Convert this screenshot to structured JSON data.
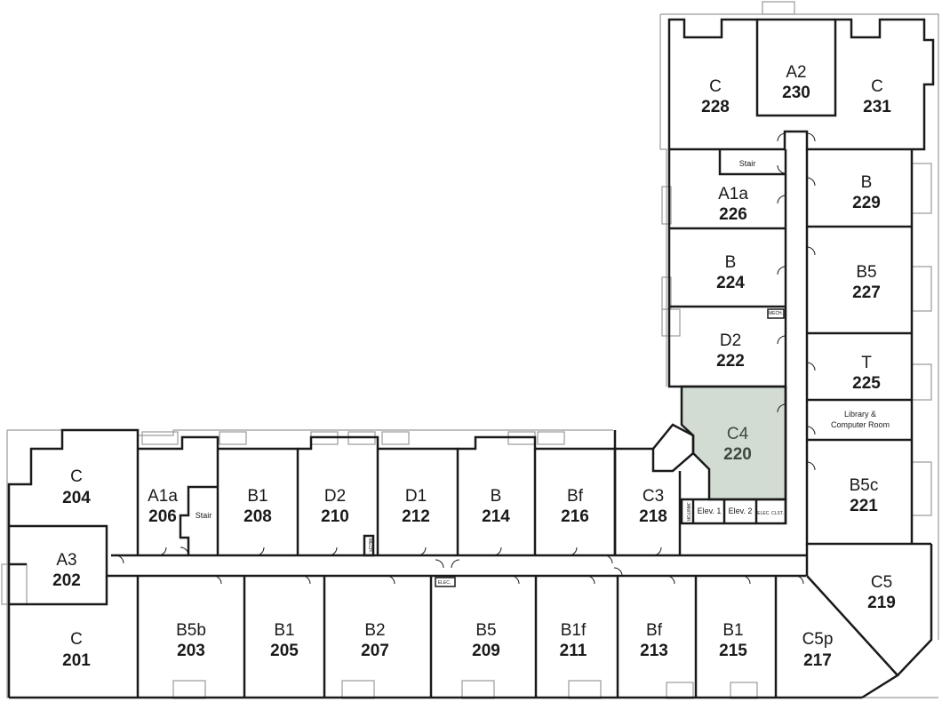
{
  "colors": {
    "wall": "#1a1a1a",
    "outline": "#9a9a9a",
    "selected": "#d3dcd2",
    "text": "#1a1a1a"
  },
  "rooms": {
    "r228": {
      "type": "C",
      "num": "228"
    },
    "r230": {
      "type": "A2",
      "num": "230"
    },
    "r231": {
      "type": "C",
      "num": "231"
    },
    "r226": {
      "type": "A1a",
      "num": "226"
    },
    "r229": {
      "type": "B",
      "num": "229"
    },
    "r224": {
      "type": "B",
      "num": "224"
    },
    "r227": {
      "type": "B5",
      "num": "227"
    },
    "r222": {
      "type": "D2",
      "num": "222"
    },
    "r225": {
      "type": "T",
      "num": "225"
    },
    "r220": {
      "type": "C4",
      "num": "220"
    },
    "r221": {
      "type": "B5c",
      "num": "221"
    },
    "r204": {
      "type": "C",
      "num": "204"
    },
    "r206": {
      "type": "A1a",
      "num": "206"
    },
    "r208": {
      "type": "B1",
      "num": "208"
    },
    "r210": {
      "type": "D2",
      "num": "210"
    },
    "r212": {
      "type": "D1",
      "num": "212"
    },
    "r214": {
      "type": "B",
      "num": "214"
    },
    "r216": {
      "type": "Bf",
      "num": "216"
    },
    "r218": {
      "type": "C3",
      "num": "218"
    },
    "r202": {
      "type": "A3",
      "num": "202"
    },
    "r201": {
      "type": "C",
      "num": "201"
    },
    "r203": {
      "type": "B5b",
      "num": "203"
    },
    "r205": {
      "type": "B1",
      "num": "205"
    },
    "r207": {
      "type": "B2",
      "num": "207"
    },
    "r209": {
      "type": "B5",
      "num": "209"
    },
    "r211": {
      "type": "B1f",
      "num": "211"
    },
    "r213": {
      "type": "Bf",
      "num": "213"
    },
    "r215": {
      "type": "B1",
      "num": "215"
    },
    "r217": {
      "type": "C5p",
      "num": "217"
    },
    "r219": {
      "type": "C5",
      "num": "219"
    }
  },
  "library": {
    "line1": "Library &",
    "line2": "Computer Room"
  },
  "labels": {
    "stair": "Stair",
    "stair2": "Stair",
    "elev1": "Elev. 1",
    "elev2": "Elev. 2",
    "elec": "ELEC.",
    "elec_closet": "ELEC. CLST.",
    "mech": "MECH.",
    "mech2": "MECH.",
    "janitor": "JANITOR"
  },
  "selected_room": "220"
}
